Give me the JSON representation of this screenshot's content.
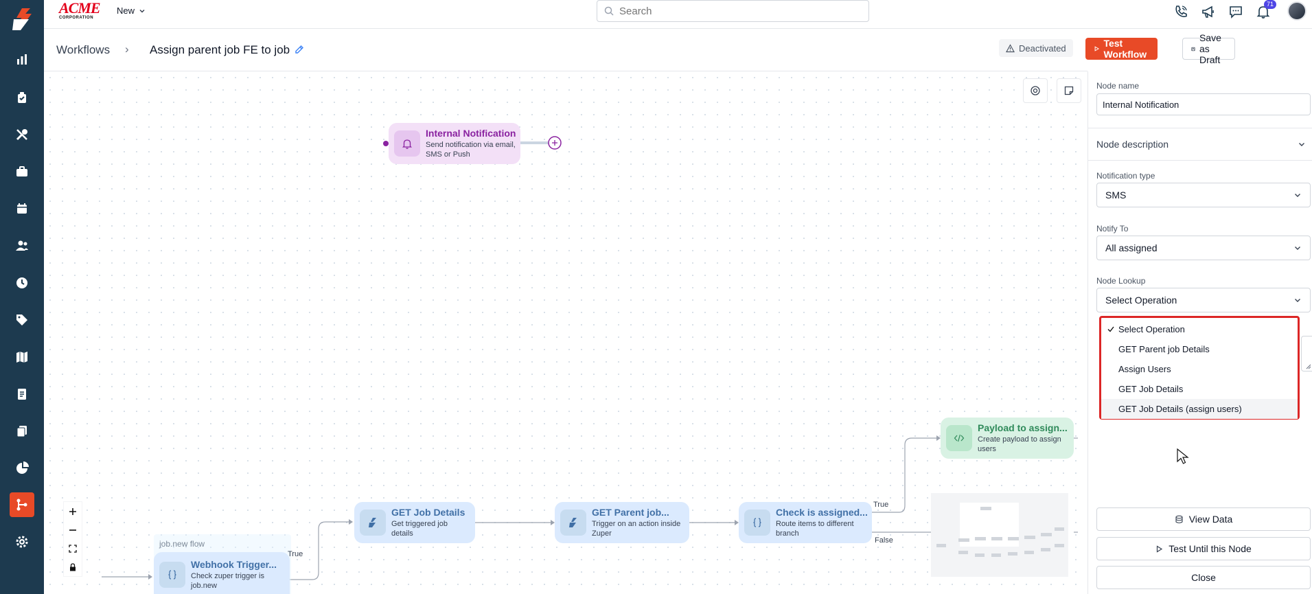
{
  "topbar": {
    "brand_name": "ACME",
    "brand_sub": "CORPORATION",
    "new_label": "New",
    "search_placeholder": "Search",
    "notification_count": "71"
  },
  "header": {
    "breadcrumb_root": "Workflows",
    "breadcrumb_separator": "›",
    "workflow_title": "Assign parent job FE to job",
    "status_label": "Deactivated",
    "test_workflow_label": "Test Workflow",
    "save_draft_label": "Save as Draft"
  },
  "canvas": {
    "flow_label": "job.new flow",
    "nodes": {
      "internal_notification": {
        "title": "Internal Notification",
        "desc1": "Send notification via email,",
        "desc2": "SMS or Push"
      },
      "webhook_trigger": {
        "title": "Webhook Trigger...",
        "desc1": "Check zuper trigger is",
        "desc2": "job.new"
      },
      "get_job_details": {
        "title": "GET Job Details",
        "desc1": "Get triggered job details",
        "desc2": ""
      },
      "get_parent_job": {
        "title": "GET Parent job...",
        "desc1": "Trigger on an action inside",
        "desc2": "Zuper"
      },
      "check_assigned": {
        "title": "Check is assigned...",
        "desc1": "Route items to different",
        "desc2": "branch"
      },
      "payload_assign": {
        "title": "Payload to assign...",
        "desc1": "Create payload to assign",
        "desc2": "users"
      }
    },
    "edge_labels": {
      "true_1": "True",
      "true_2": "True",
      "false_1": "False"
    }
  },
  "panel": {
    "node_name_label": "Node name",
    "node_name_value": "Internal Notification",
    "node_description_label": "Node description",
    "notification_type_label": "Notification type",
    "notification_type_value": "SMS",
    "notify_to_label": "Notify To",
    "notify_to_value": "All assigned",
    "node_lookup_label": "Node Lookup",
    "node_lookup_value": "Select Operation",
    "lookup_options": [
      "Select Operation",
      "GET Parent job Details",
      "Assign Users",
      "GET Job Details",
      "GET Job Details (assign users)"
    ],
    "view_data_label": "View Data",
    "test_until_label": "Test Until this Node",
    "close_label": "Close"
  },
  "colors": {
    "sidebar": "#1d3a4f",
    "accent": "#e84a27",
    "highlight_border": "#dc2626"
  }
}
